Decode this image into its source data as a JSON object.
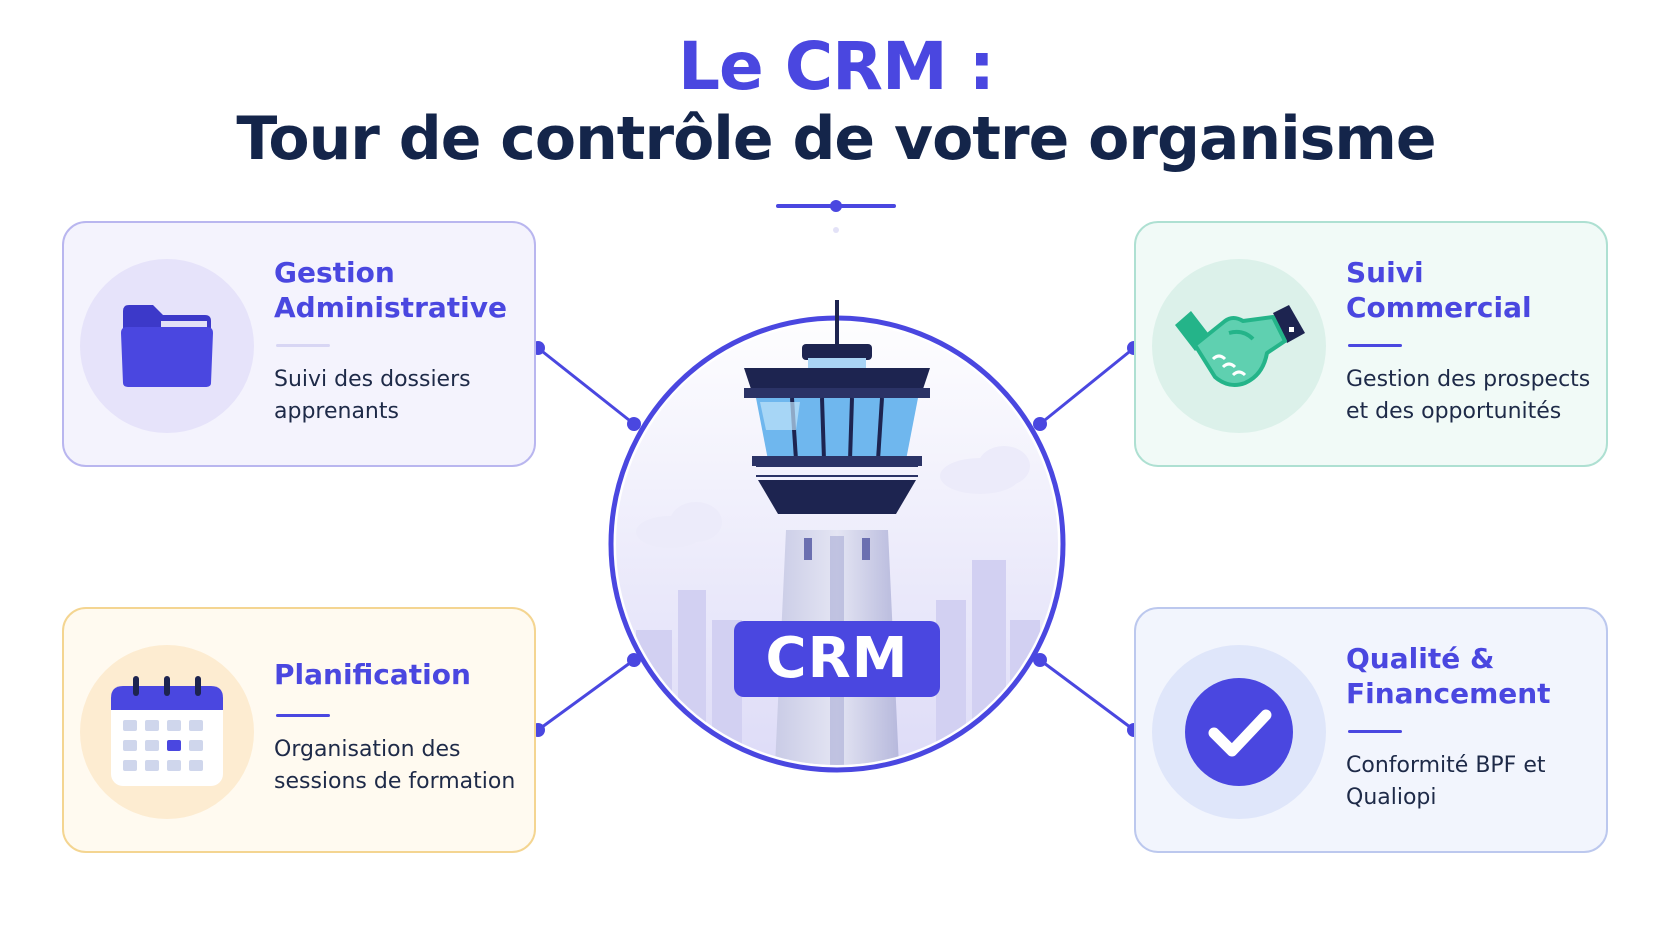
{
  "title": {
    "line1": "Le CRM :",
    "line2": "Tour de contrôle de votre organisme"
  },
  "center": {
    "label": "CRM",
    "icon": "control-tower-icon"
  },
  "cards": {
    "admin": {
      "title": "Gestion Administrative",
      "text": "Suivi des dossiers apprenants",
      "icon": "folder-icon"
    },
    "commercial": {
      "title": "Suivi Commercial",
      "text": "Gestion des prospects et des opportunités",
      "icon": "handshake-icon"
    },
    "planning": {
      "title": "Planification",
      "text": "Organisation des sessions de formation",
      "icon": "calendar-icon"
    },
    "quality": {
      "title": "Qualité & Financement",
      "text": "Conformité BPF et Qualiopi",
      "icon": "check-circle-icon"
    }
  },
  "colors": {
    "accent": "#4a47e0",
    "navy": "#14254a",
    "teal": "#24b489",
    "amber": "#f4d591"
  }
}
